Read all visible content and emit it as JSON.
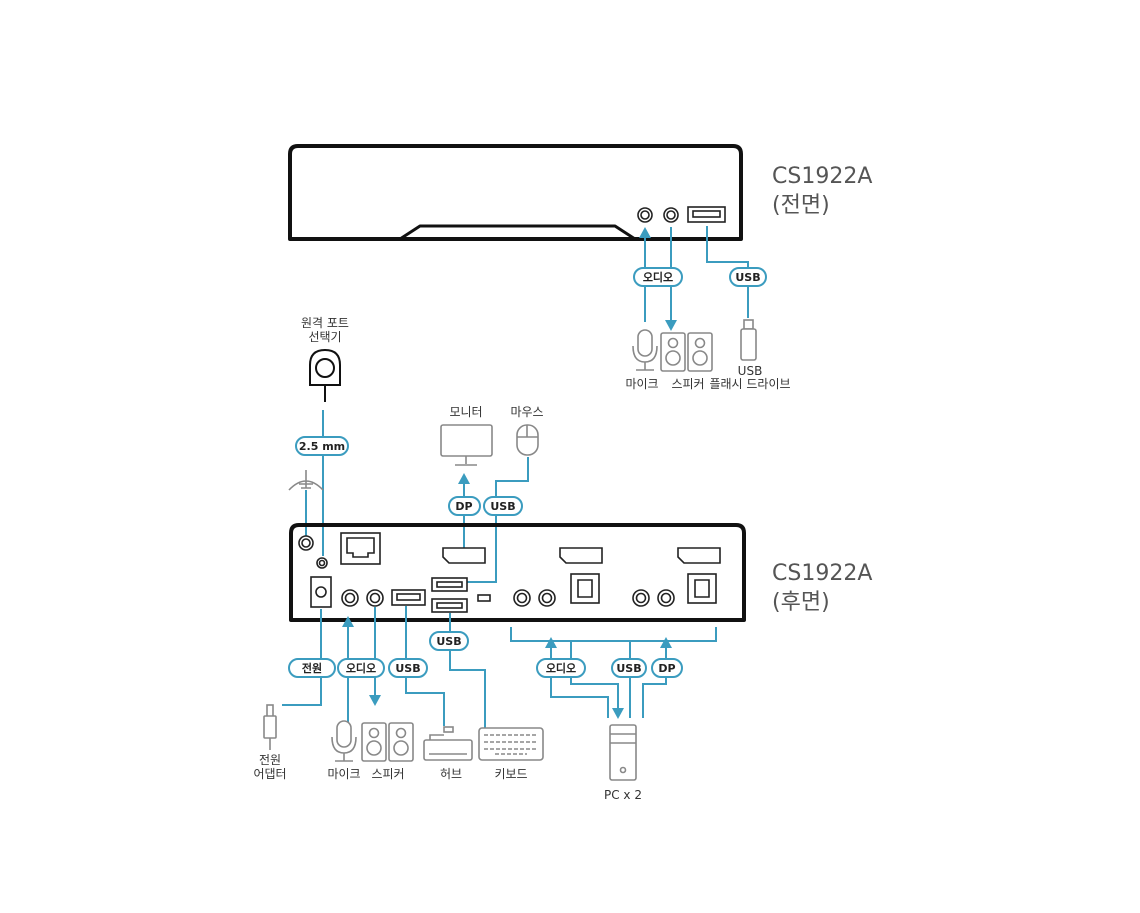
{
  "front": {
    "model": "CS1922A",
    "side": "(전면)"
  },
  "rear": {
    "model": "CS1922A",
    "side": "(후면)"
  },
  "colors": {
    "cable": "#3b9cbf",
    "device": "#111111",
    "icon": "#888888"
  },
  "front_cables": {
    "audio": "오디오",
    "usb": "USB"
  },
  "front_devices": {
    "mic": "마이크",
    "speaker": "스피커",
    "usb_flash_line1": "USB",
    "usb_flash_line2": "플래시 드라이브"
  },
  "remote": {
    "label_line1": "원격 포트",
    "label_line2": "선택기",
    "cable": "2.5 mm"
  },
  "top_devices": {
    "monitor": "모니터",
    "mouse": "마우스",
    "dp": "DP",
    "usb": "USB"
  },
  "rear_cables": {
    "power": "전원",
    "audio": "오디오",
    "usb": "USB",
    "usb_kb": "USB",
    "pc_audio": "오디오",
    "pc_usb": "USB",
    "pc_dp": "DP"
  },
  "bottom_devices": {
    "adapter_line1": "전원",
    "adapter_line2": "어댑터",
    "mic": "마이크",
    "speaker": "스피커",
    "hub": "허브",
    "keyboard": "키보드",
    "pc": "PC x 2"
  }
}
